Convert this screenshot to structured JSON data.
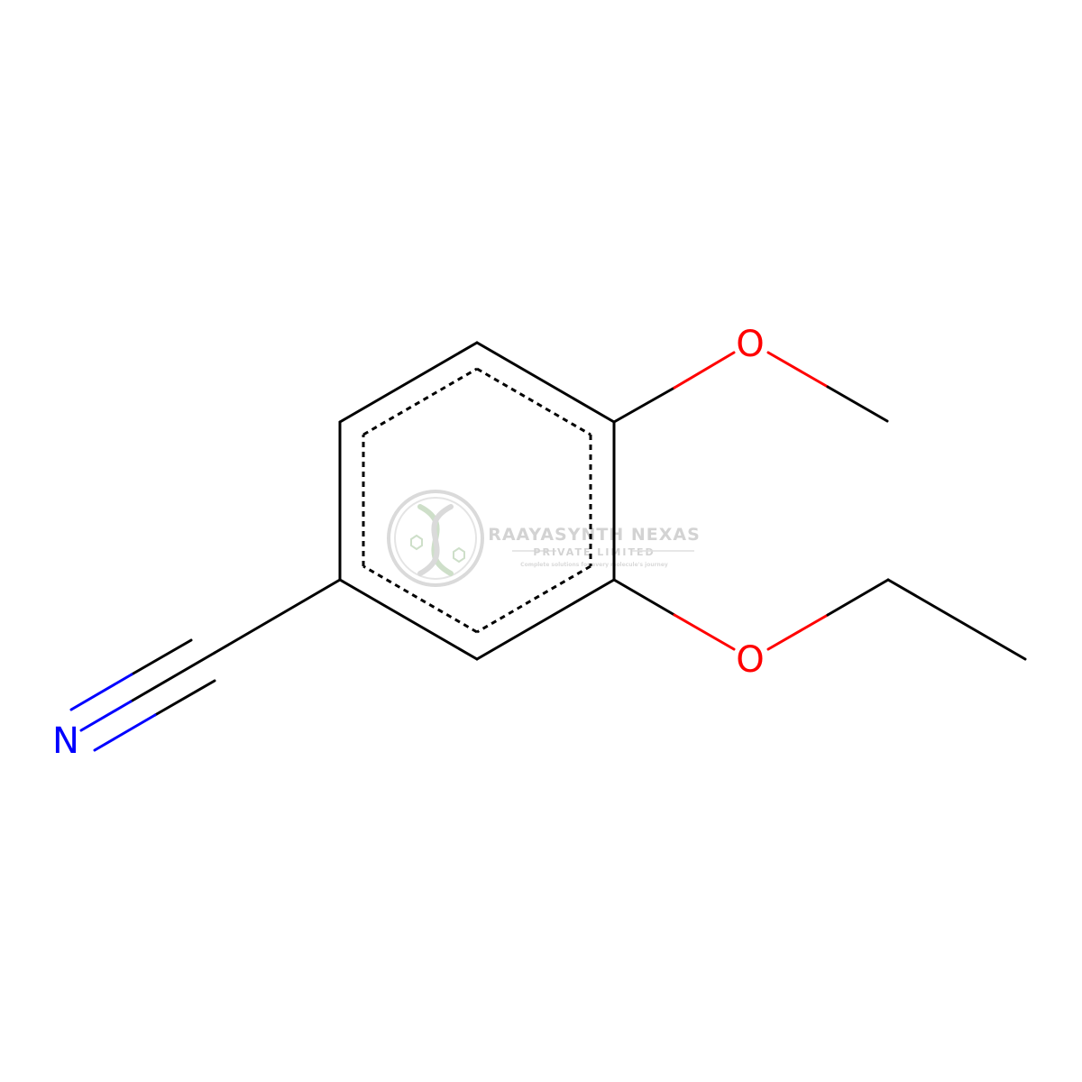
{
  "molecule": {
    "atoms": {
      "n_label": "N",
      "o_methoxy_label": "O",
      "o_ethoxy_label": "O"
    },
    "colors": {
      "bond": "#000000",
      "nitrogen": "#0000ff",
      "oxygen": "#ff0000"
    }
  },
  "watermark": {
    "company": "RAAYASYNTH NEXAS",
    "subtitle": "PRIVATE LIMITED",
    "tagline": "Complete solutions for every molecule's journey",
    "color": "#cfcfcf",
    "logo_accent": "#c9dcc4"
  }
}
